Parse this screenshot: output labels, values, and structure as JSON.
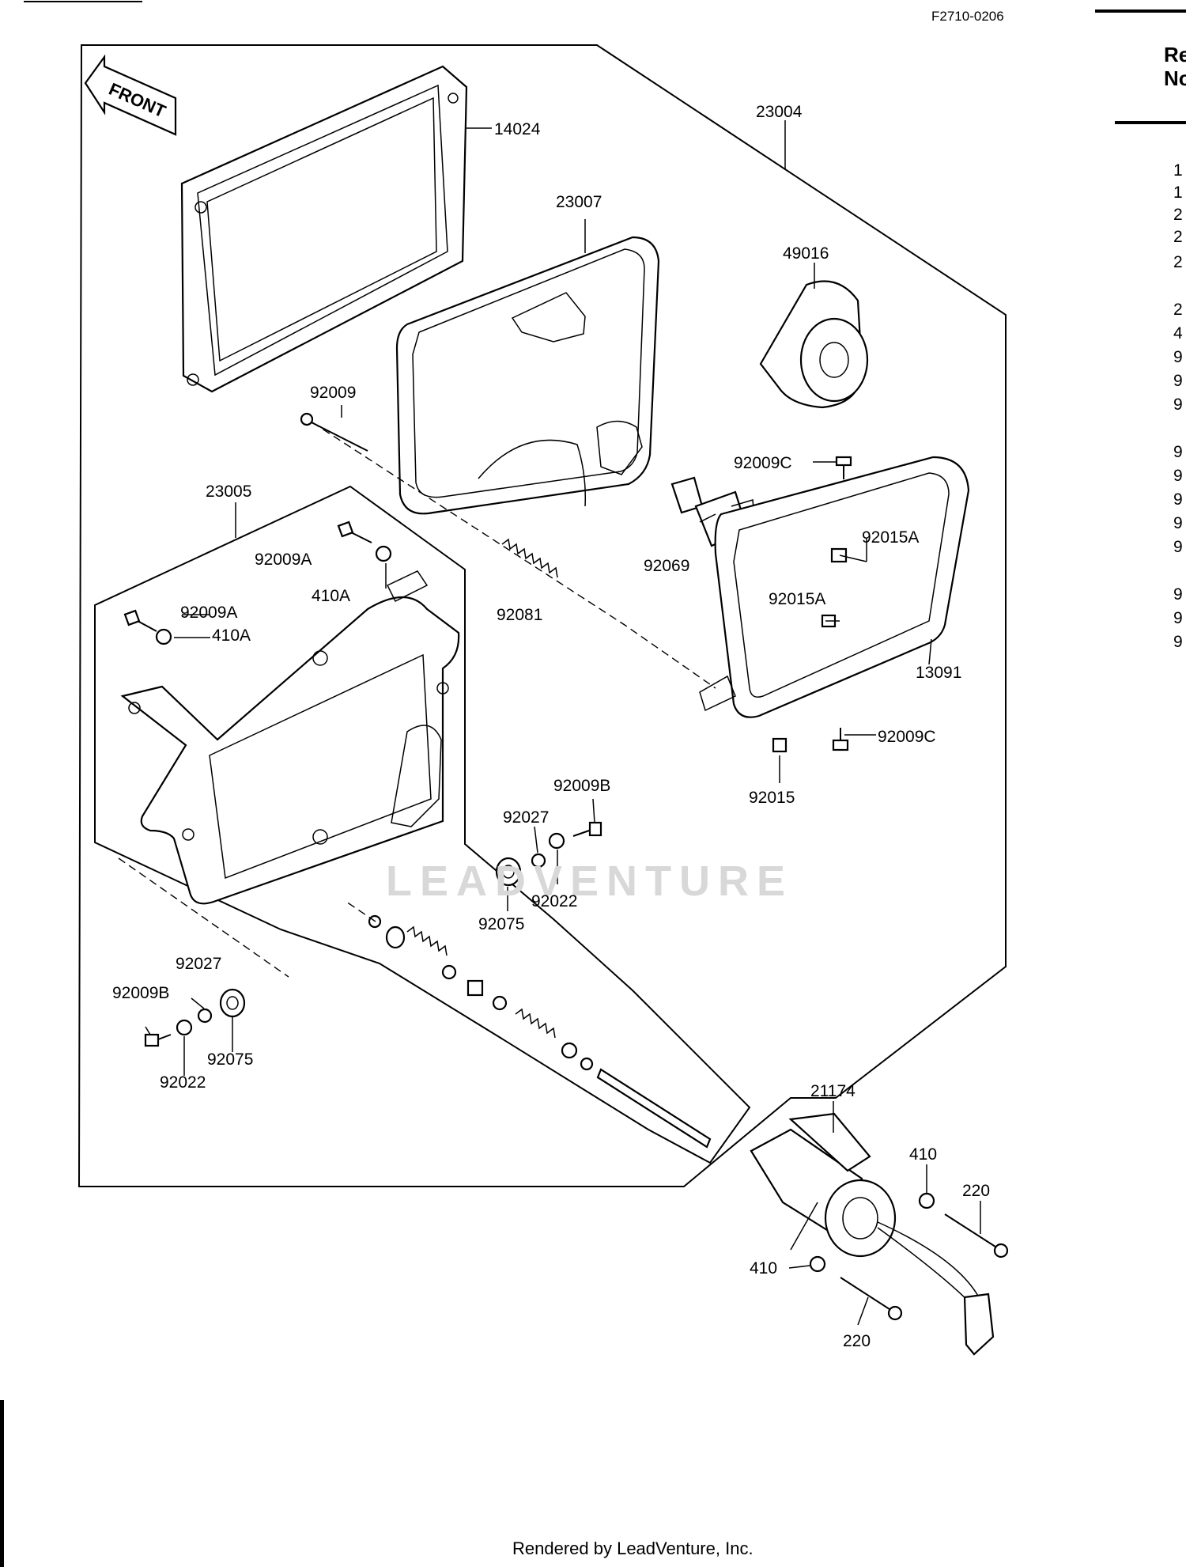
{
  "diagram_code": "F2710-0206",
  "front_label": "FRONT",
  "watermark": "LEADVENTURE",
  "footer": "Rendered by LeadVenture, Inc.",
  "side_panel": {
    "header_line1": "Re",
    "header_line2": "No",
    "list_chars": [
      "1",
      "1",
      "2",
      "2",
      "2",
      "2",
      "4",
      "9",
      "9",
      "9",
      "9",
      "9",
      "9",
      "9",
      "9",
      "9",
      "9",
      "9"
    ]
  },
  "callouts": [
    {
      "text": "14024"
    },
    {
      "text": "23004"
    },
    {
      "text": "23007"
    },
    {
      "text": "49016"
    },
    {
      "text": "92009"
    },
    {
      "text": "92009C"
    },
    {
      "text": "23005"
    },
    {
      "text": "92015A"
    },
    {
      "text": "92009A"
    },
    {
      "text": "410A"
    },
    {
      "text": "92069"
    },
    {
      "text": "92081"
    },
    {
      "text": "92009A"
    },
    {
      "text": "410A"
    },
    {
      "text": "92015A"
    },
    {
      "text": "13091"
    },
    {
      "text": "92009C"
    },
    {
      "text": "92015"
    },
    {
      "text": "92009B"
    },
    {
      "text": "92027"
    },
    {
      "text": "92022"
    },
    {
      "text": "92075"
    },
    {
      "text": "92027"
    },
    {
      "text": "92009B"
    },
    {
      "text": "92075"
    },
    {
      "text": "92022"
    },
    {
      "text": "21174"
    },
    {
      "text": "410"
    },
    {
      "text": "220"
    },
    {
      "text": "410"
    },
    {
      "text": "220"
    }
  ]
}
